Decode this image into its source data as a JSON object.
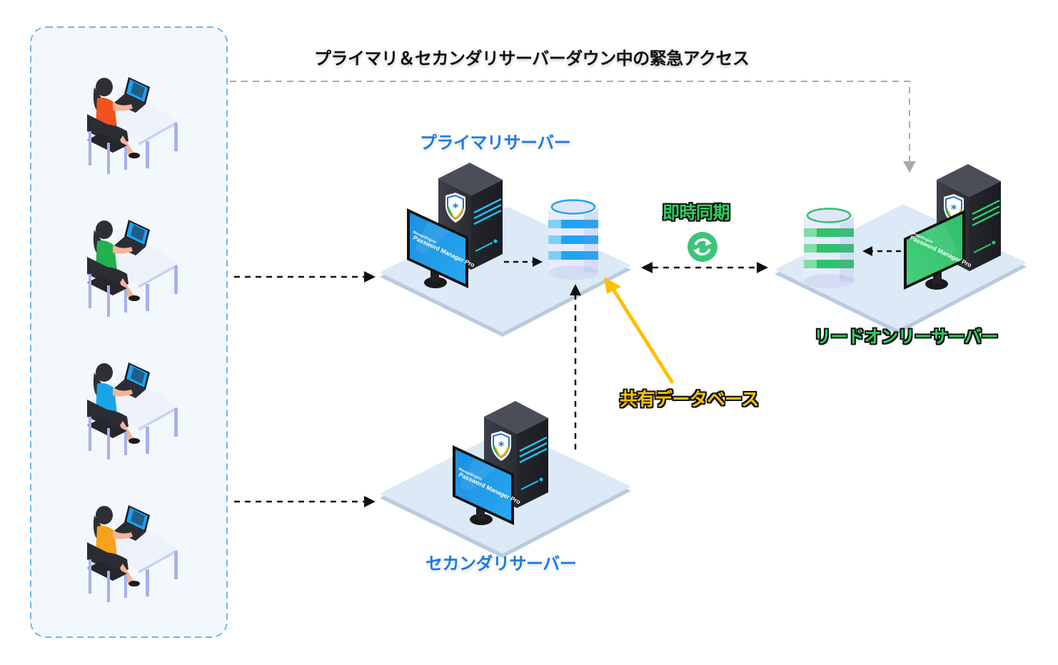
{
  "diagram": {
    "title": "プライマリ＆セカンダリサーバーダウン中の緊急アクセス",
    "nodes": {
      "users": {
        "label": "",
        "items": [
          {
            "name": "user-1",
            "shirt_color": "#f4511e"
          },
          {
            "name": "user-2",
            "shirt_color": "#22b14c"
          },
          {
            "name": "user-3",
            "shirt_color": "#1aa3e8"
          },
          {
            "name": "user-4",
            "shirt_color": "#f7a21b"
          }
        ]
      },
      "primary_server": {
        "label": "プライマリサーバー",
        "monitor_brand": "ManageEngine",
        "monitor_product": "Password Manager Pro",
        "accent": "#22c3f0"
      },
      "secondary_server": {
        "label": "セカンダリサーバー",
        "monitor_brand": "ManageEngine",
        "monitor_product": "Password Manager Pro",
        "accent": "#22c3f0"
      },
      "readonly_server": {
        "label": "リードオンリーサーバー",
        "monitor_brand": "ManageEngine",
        "monitor_product": "Password Manager Pro",
        "accent": "#2ecc71"
      },
      "shared_database": {
        "label": "共有データベース"
      },
      "sync": {
        "label": "即時同期"
      }
    },
    "edges": [
      {
        "from": "users",
        "to": "readonly_server",
        "label": "プライマリ＆セカンダリサーバーダウン中の緊急アクセス",
        "style": "dashed-gray"
      },
      {
        "from": "users",
        "to": "primary_server",
        "style": "dashed-black"
      },
      {
        "from": "users",
        "to": "secondary_server",
        "style": "dashed-black"
      },
      {
        "from": "primary_server",
        "to": "primary_database",
        "style": "dashed-black"
      },
      {
        "from": "secondary_server",
        "to": "primary_database",
        "style": "dashed-black"
      },
      {
        "from": "primary_database",
        "to": "readonly_database",
        "label": "即時同期",
        "style": "dashed-black-bidirectional"
      },
      {
        "from": "readonly_server",
        "to": "readonly_database",
        "style": "dashed-black"
      },
      {
        "from": "shared_database_label",
        "to": "primary_database",
        "style": "solid-yellow"
      }
    ],
    "colors": {
      "blue_label": "#1f7ae0",
      "green_label": "#2ed05f",
      "yellow_label": "#ffc107",
      "user_panel_border": "#6fb7ea",
      "user_panel_bg": "#f3f8fd",
      "platform": "#dce9f6",
      "server_body": "#2f3139"
    }
  }
}
